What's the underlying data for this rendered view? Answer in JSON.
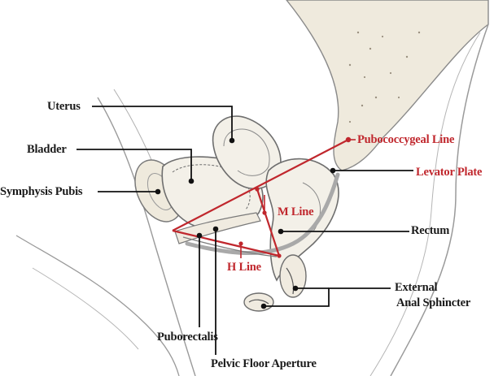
{
  "labels": {
    "uterus": "Uterus",
    "bladder": "Bladder",
    "symphysis_pubis": "Symphysis Pubis",
    "pubococcygeal_line": "Pubococcygeal Line",
    "levator_plate": "Levator Plate",
    "m_line": "M Line",
    "rectum": "Rectum",
    "h_line": "H Line",
    "external_anal_sphincter_line1": "External",
    "external_anal_sphincter_line2": "Anal Sphincter",
    "puborectalis": "Puborectalis",
    "pelvic_floor_aperture": "Pelvic Floor Aperture"
  },
  "colors": {
    "measurement_lines": "#c0272d",
    "leader_lines": "#111111",
    "anatomy_outline": "#8a8a8a",
    "bone_fill": "#efeadd",
    "tissue_fill": "#f3f0e8"
  }
}
